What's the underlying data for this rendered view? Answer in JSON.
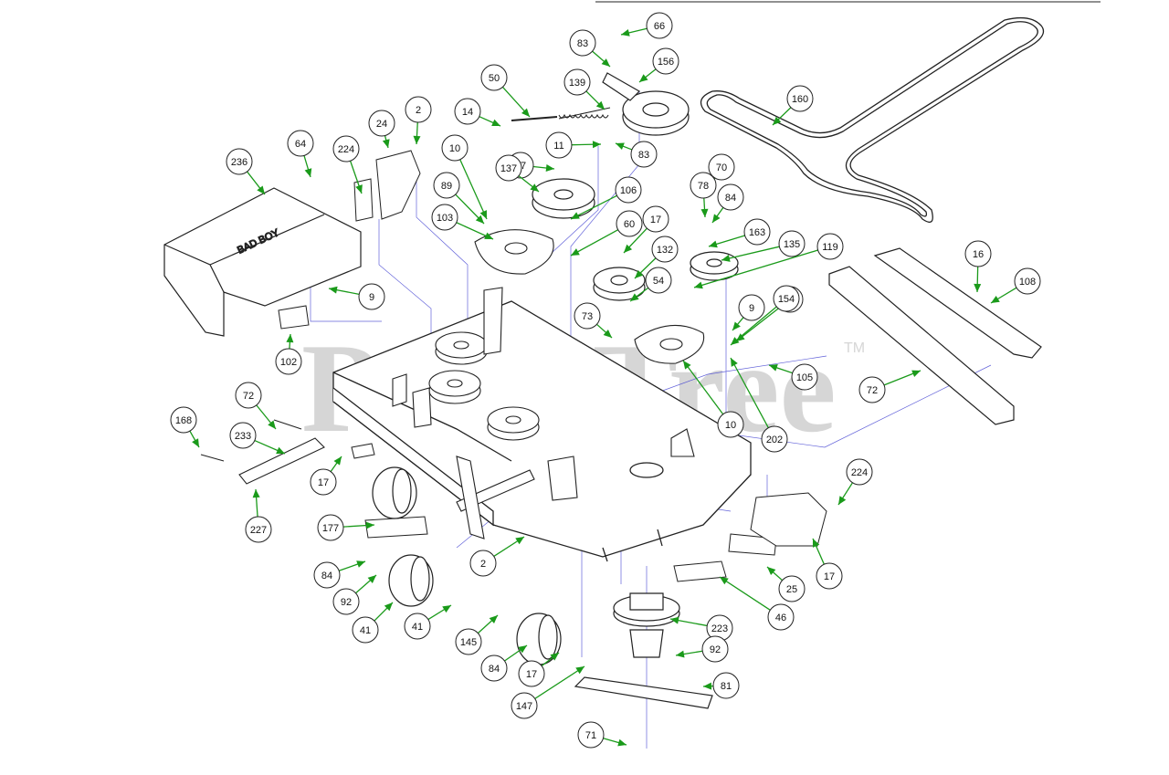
{
  "watermark": {
    "text": "PartsTree",
    "tm": "TM"
  },
  "deck_decal": "BAD BOY",
  "colors": {
    "leader": "#1a9a1a",
    "outline": "#222222",
    "guide": "#3b3bd0",
    "watermark": "#c9c9c9"
  },
  "callouts": [
    "66",
    "83",
    "156",
    "50",
    "139",
    "14",
    "160",
    "2",
    "24",
    "11",
    "83",
    "64",
    "224",
    "236",
    "10",
    "17",
    "137",
    "89",
    "106",
    "103",
    "60",
    "70",
    "78",
    "84",
    "163",
    "17",
    "132",
    "135",
    "119",
    "16",
    "108",
    "9",
    "224",
    "102",
    "54",
    "73",
    "9",
    "154",
    "105",
    "10",
    "202",
    "72",
    "72",
    "168",
    "233",
    "17",
    "227",
    "177",
    "2",
    "224",
    "25",
    "17",
    "84",
    "92",
    "41",
    "41",
    "145",
    "223",
    "46",
    "92",
    "84",
    "17",
    "147",
    "81",
    "71"
  ]
}
